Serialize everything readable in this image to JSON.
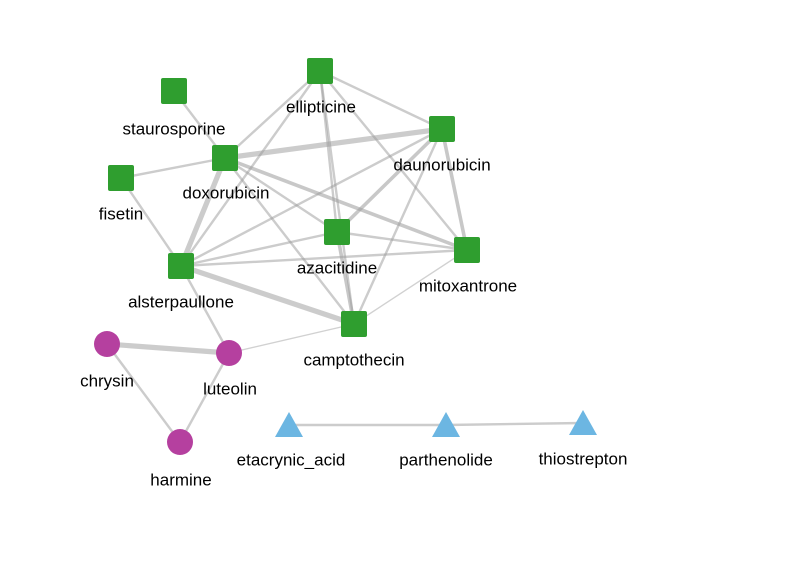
{
  "colors": {
    "group_square": "#2f9e2f",
    "group_circle": "#b5409f",
    "group_triangle": "#6cb6e2",
    "edge": "#9a9a9a",
    "label": "#000000"
  },
  "nodes": [
    {
      "id": "ellipticine",
      "label": "ellipticine",
      "shape": "square"
    },
    {
      "id": "staurosporine",
      "label": "staurosporine",
      "shape": "square"
    },
    {
      "id": "daunorubicin",
      "label": "daunorubicin",
      "shape": "square"
    },
    {
      "id": "doxorubicin",
      "label": "doxorubicin",
      "shape": "square"
    },
    {
      "id": "fisetin",
      "label": "fisetin",
      "shape": "square"
    },
    {
      "id": "azacitidine",
      "label": "azacitidine",
      "shape": "square"
    },
    {
      "id": "mitoxantrone",
      "label": "mitoxantrone",
      "shape": "square"
    },
    {
      "id": "alsterpaullone",
      "label": "alsterpaullone",
      "shape": "square"
    },
    {
      "id": "camptothecin",
      "label": "camptothecin",
      "shape": "square"
    },
    {
      "id": "chrysin",
      "label": "chrysin",
      "shape": "circle"
    },
    {
      "id": "luteolin",
      "label": "luteolin",
      "shape": "circle"
    },
    {
      "id": "harmine",
      "label": "harmine",
      "shape": "circle"
    },
    {
      "id": "etacrynic_acid",
      "label": "etacrynic_acid",
      "shape": "triangle"
    },
    {
      "id": "parthenolide",
      "label": "parthenolide",
      "shape": "triangle"
    },
    {
      "id": "thiostrepton",
      "label": "thiostrepton",
      "shape": "triangle"
    }
  ],
  "edges": [
    {
      "source": "ellipticine",
      "target": "daunorubicin",
      "weight": 2
    },
    {
      "source": "ellipticine",
      "target": "doxorubicin",
      "weight": 2
    },
    {
      "source": "ellipticine",
      "target": "alsterpaullone",
      "weight": 2
    },
    {
      "source": "ellipticine",
      "target": "azacitidine",
      "weight": 2
    },
    {
      "source": "ellipticine",
      "target": "camptothecin",
      "weight": 2
    },
    {
      "source": "ellipticine",
      "target": "mitoxantrone",
      "weight": 2
    },
    {
      "source": "daunorubicin",
      "target": "doxorubicin",
      "weight": 4
    },
    {
      "source": "daunorubicin",
      "target": "alsterpaullone",
      "weight": 2
    },
    {
      "source": "daunorubicin",
      "target": "azacitidine",
      "weight": 3
    },
    {
      "source": "daunorubicin",
      "target": "camptothecin",
      "weight": 2
    },
    {
      "source": "daunorubicin",
      "target": "mitoxantrone",
      "weight": 3
    },
    {
      "source": "doxorubicin",
      "target": "staurosporine",
      "weight": 2
    },
    {
      "source": "doxorubicin",
      "target": "fisetin",
      "weight": 2
    },
    {
      "source": "doxorubicin",
      "target": "alsterpaullone",
      "weight": 4
    },
    {
      "source": "doxorubicin",
      "target": "azacitidine",
      "weight": 2
    },
    {
      "source": "doxorubicin",
      "target": "mitoxantrone",
      "weight": 3
    },
    {
      "source": "doxorubicin",
      "target": "camptothecin",
      "weight": 2
    },
    {
      "source": "fisetin",
      "target": "alsterpaullone",
      "weight": 2
    },
    {
      "source": "alsterpaullone",
      "target": "azacitidine",
      "weight": 2
    },
    {
      "source": "alsterpaullone",
      "target": "mitoxantrone",
      "weight": 2
    },
    {
      "source": "alsterpaullone",
      "target": "camptothecin",
      "weight": 4
    },
    {
      "source": "alsterpaullone",
      "target": "luteolin",
      "weight": 2
    },
    {
      "source": "azacitidine",
      "target": "mitoxantrone",
      "weight": 2
    },
    {
      "source": "azacitidine",
      "target": "camptothecin",
      "weight": 3
    },
    {
      "source": "mitoxantrone",
      "target": "camptothecin",
      "weight": 1
    },
    {
      "source": "camptothecin",
      "target": "luteolin",
      "weight": 1
    },
    {
      "source": "chrysin",
      "target": "luteolin",
      "weight": 4
    },
    {
      "source": "chrysin",
      "target": "harmine",
      "weight": 2
    },
    {
      "source": "luteolin",
      "target": "harmine",
      "weight": 2
    },
    {
      "source": "etacrynic_acid",
      "target": "parthenolide",
      "weight": 2
    },
    {
      "source": "parthenolide",
      "target": "thiostrepton",
      "weight": 2
    }
  ]
}
